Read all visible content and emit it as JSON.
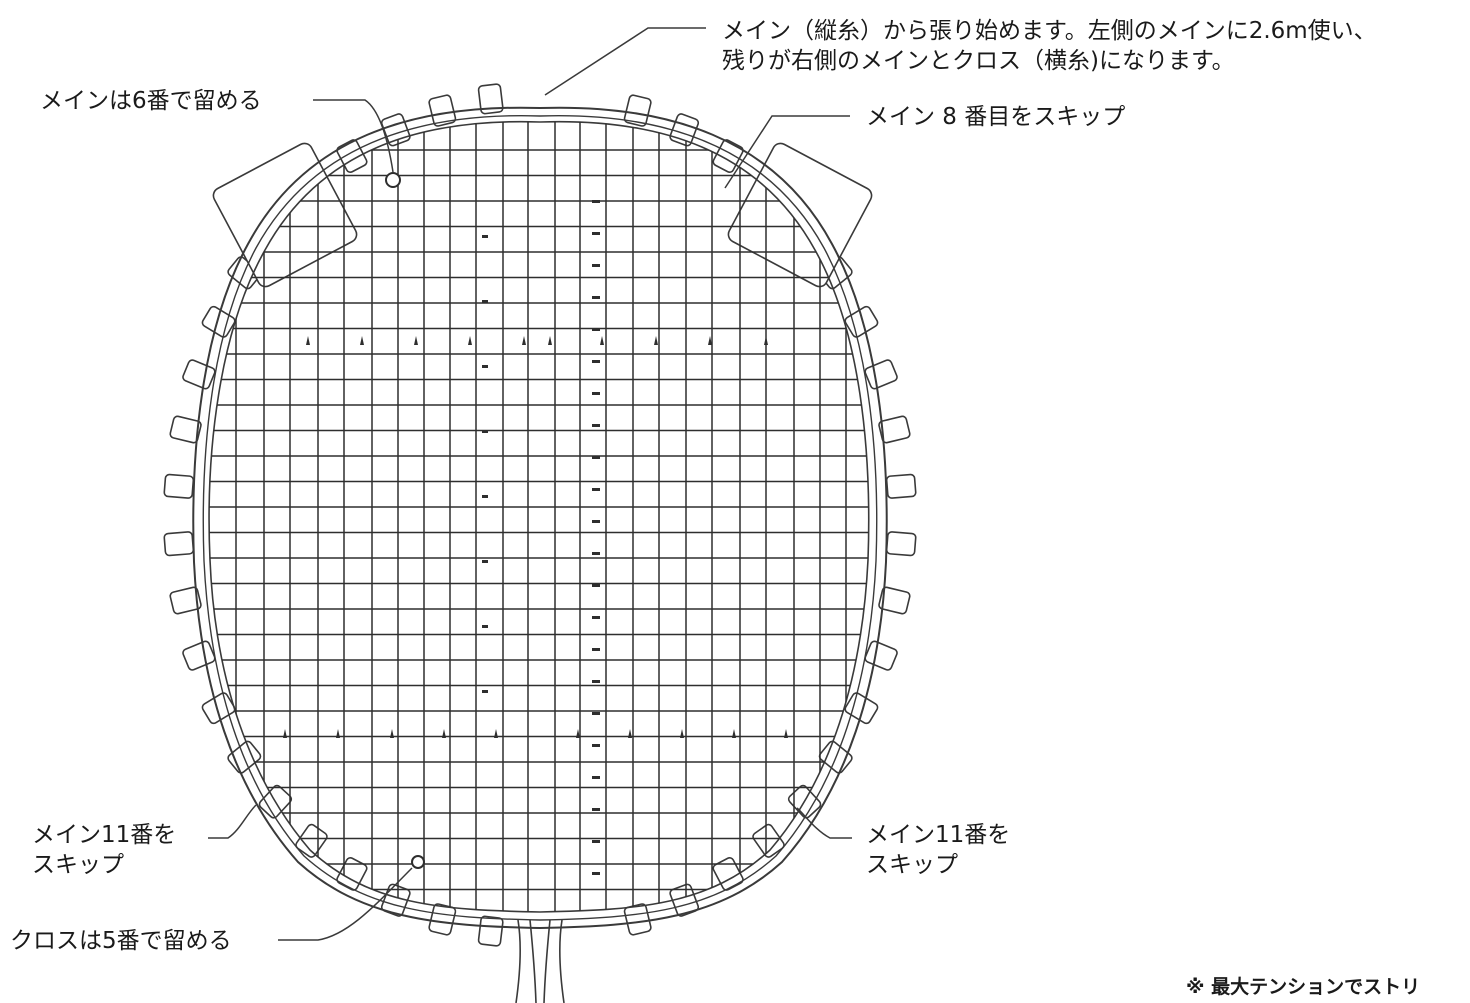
{
  "annotations": {
    "start_line1": "メイン（縦糸）から張り始めます。左側のメインに2.6m使い、",
    "start_line2": "残りが右側のメインとクロス（横糸)になります。",
    "main_tie_6": "メインは6番で留める",
    "skip_main_8": "メイン 8 番目をスキップ",
    "skip_main_11_left_1": "メイン11番を",
    "skip_main_11_left_2": "スキップ",
    "skip_main_11_right_1": "メイン11番を",
    "skip_main_11_right_2": "スキップ",
    "cross_tie_5": "クロスは5番で留める",
    "footnote": "※ 最大テンションでストリ"
  },
  "colors": {
    "line": "#3a3a3a",
    "text": "#1a1a1a",
    "background": "#ffffff"
  }
}
